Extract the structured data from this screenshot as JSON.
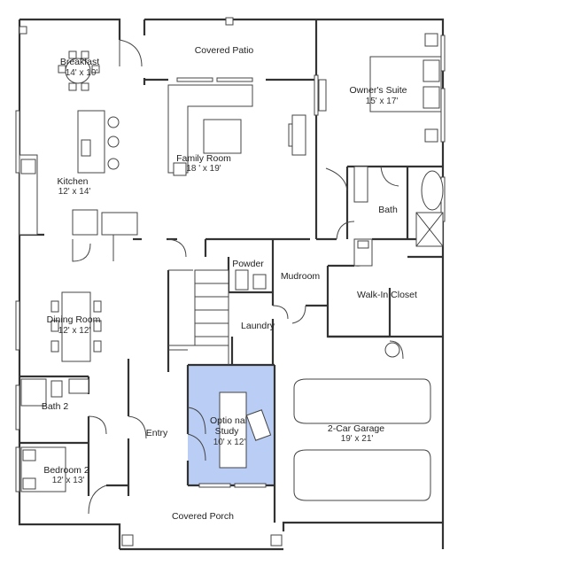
{
  "colors": {
    "highlight": "#b9cdf5",
    "wall": "#333333"
  },
  "rooms": {
    "breakfast": {
      "name": "Breakfast",
      "size": "14' x 10'"
    },
    "patio": {
      "name": "Covered Patio"
    },
    "owners": {
      "name": "Owner's Suite",
      "size": "15' x 17'"
    },
    "family": {
      "name": "Family Room",
      "size": "18 ' x 19'"
    },
    "kitchen": {
      "name": "Kitchen",
      "size": "12' x 14'"
    },
    "bath": {
      "name": "Bath"
    },
    "powder": {
      "name": "Powder"
    },
    "mudroom": {
      "name": "Mudroom"
    },
    "closet": {
      "name": "Walk-In Closet"
    },
    "laundry": {
      "name": "Laundry"
    },
    "dining": {
      "name": "Dining Room",
      "size": "12' x 12'"
    },
    "bath2": {
      "name": "Bath 2"
    },
    "study": {
      "name": "Optio nal",
      "name2": "Study",
      "size": "10' x 12'"
    },
    "garage": {
      "name": "2-Car Garage",
      "size": "19' x 21'"
    },
    "entry": {
      "name": "Entry"
    },
    "bedroom2": {
      "name": "Bedroom 2",
      "size": "12' x 13'"
    },
    "porch": {
      "name": "Covered Porch"
    }
  }
}
